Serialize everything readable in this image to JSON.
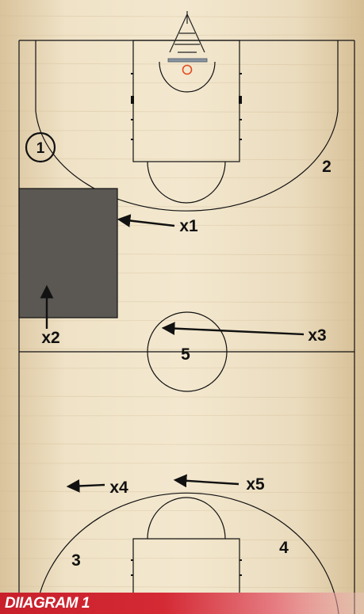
{
  "diagram": {
    "caption": "DIIAGRAM 1",
    "court_colors": {
      "wood_light": "#efe2c6",
      "wood_dark": "#d9c39c",
      "line": "#111111",
      "zone": "#5b5853",
      "rim": "#e24a1e"
    },
    "players": {
      "circled": "1",
      "p2": "2",
      "p3": "3",
      "p4": "4",
      "p5": "5"
    },
    "defenders": {
      "x1": "x1",
      "x2": "x2",
      "x3": "x3",
      "x4": "x4",
      "x5": "x5"
    }
  }
}
